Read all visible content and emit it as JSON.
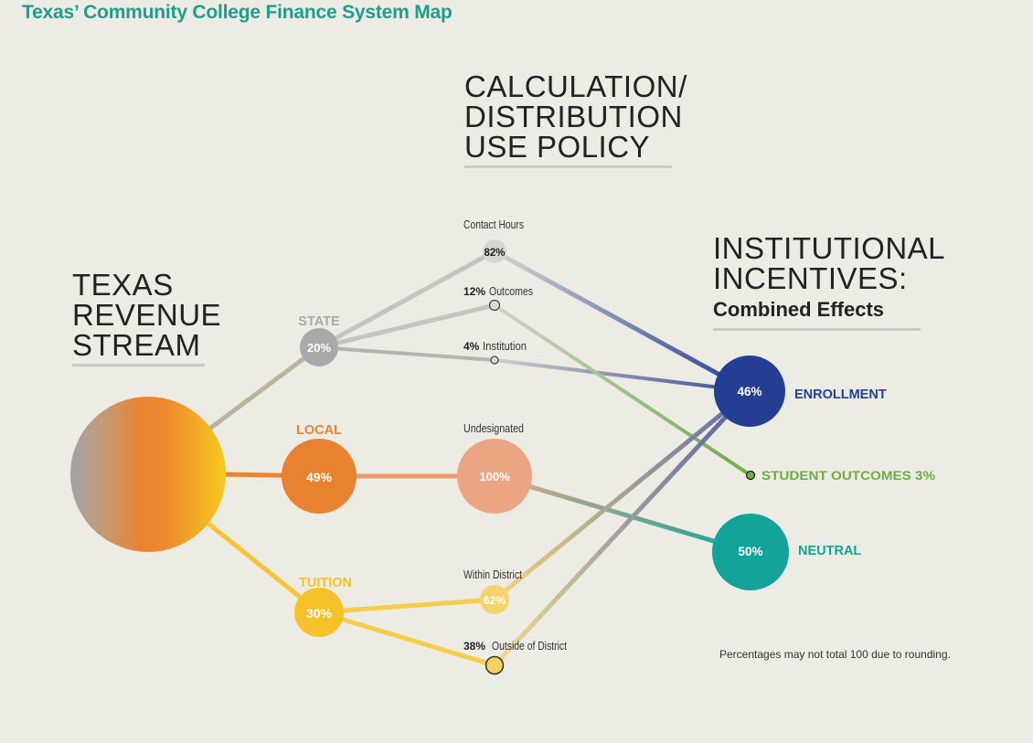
{
  "title": "Texas’ Community College Finance System Map",
  "sections": {
    "revenue": [
      "TEXAS",
      "REVENUE",
      "STREAM"
    ],
    "calculation": [
      "CALCULATION/",
      "DISTRIBUTION",
      "USE POLICY"
    ],
    "incentives": [
      "INSTITUTIONAL",
      "INCENTIVES:"
    ],
    "incentives_sub": "Combined Effects"
  },
  "revenue_streams": {
    "state": {
      "label": "STATE",
      "value": "20%",
      "color": "#a9a9a9"
    },
    "local": {
      "label": "LOCAL",
      "value": "49%",
      "color": "#e9822f"
    },
    "tuition": {
      "label": "TUITION",
      "value": "30%",
      "color": "#f6c22a"
    }
  },
  "distribution": {
    "contact_hours": {
      "label": "Contact Hours",
      "value": "82%"
    },
    "outcomes": {
      "value": "12%",
      "label": "Outcomes"
    },
    "institution": {
      "value": "4%",
      "label": "Institution"
    },
    "undesignated": {
      "label": "Undesignated",
      "value": "100%",
      "color": "#eca583"
    },
    "within_district": {
      "label": "Within District",
      "value": "62%"
    },
    "outside_district": {
      "value": "38%",
      "label": "Outside of District"
    }
  },
  "incentives": {
    "enrollment": {
      "label": "ENROLLMENT",
      "value": "46%",
      "color": "#243e93"
    },
    "student_outcomes": {
      "label": "STUDENT OUTCOMES 3%",
      "color": "#6ead43"
    },
    "neutral": {
      "label": "NEUTRAL",
      "value": "50%",
      "color": "#14a39b"
    }
  },
  "footnote": "Percentages may not total 100 due to rounding."
}
